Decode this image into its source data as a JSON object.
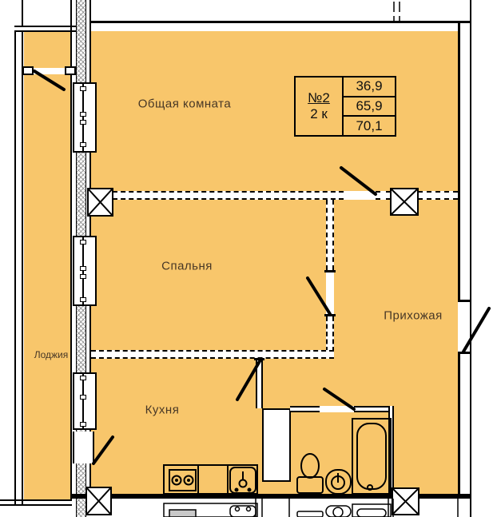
{
  "info_box": {
    "apartment_number": "№2",
    "apartment_type": "2 к",
    "areas": [
      "36,9",
      "65,9",
      "70,1"
    ]
  },
  "rooms": {
    "common": "Общая комната",
    "bedroom": "Спальня",
    "hallway": "Прихожая",
    "kitchen": "Кухня",
    "loggia": "Лоджия"
  },
  "colors": {
    "floor_fill": "#F8C66B",
    "wall_line": "#000000",
    "label_text": "#473726",
    "hatch": "#9A9A9A"
  }
}
